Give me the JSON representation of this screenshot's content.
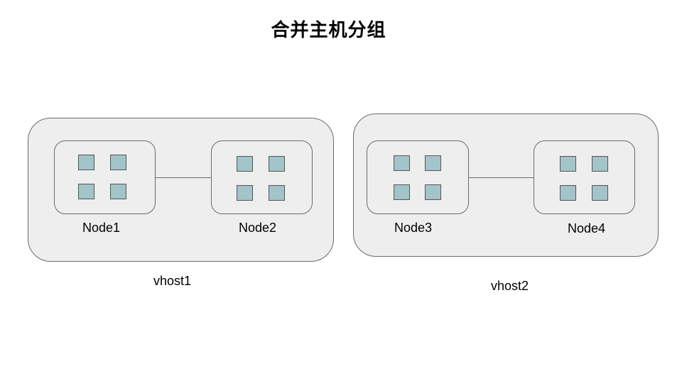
{
  "title": "合并主机分组",
  "colors": {
    "background": "#ffffff",
    "container_fill": "#eeeeee",
    "border": "#6b6b6b",
    "cell_fill": "#a3c4c8"
  },
  "hosts": [
    {
      "label": "vhost1",
      "nodes": [
        {
          "label": "Node1"
        },
        {
          "label": "Node2"
        }
      ]
    },
    {
      "label": "vhost2",
      "nodes": [
        {
          "label": "Node3"
        },
        {
          "label": "Node4"
        }
      ]
    }
  ]
}
